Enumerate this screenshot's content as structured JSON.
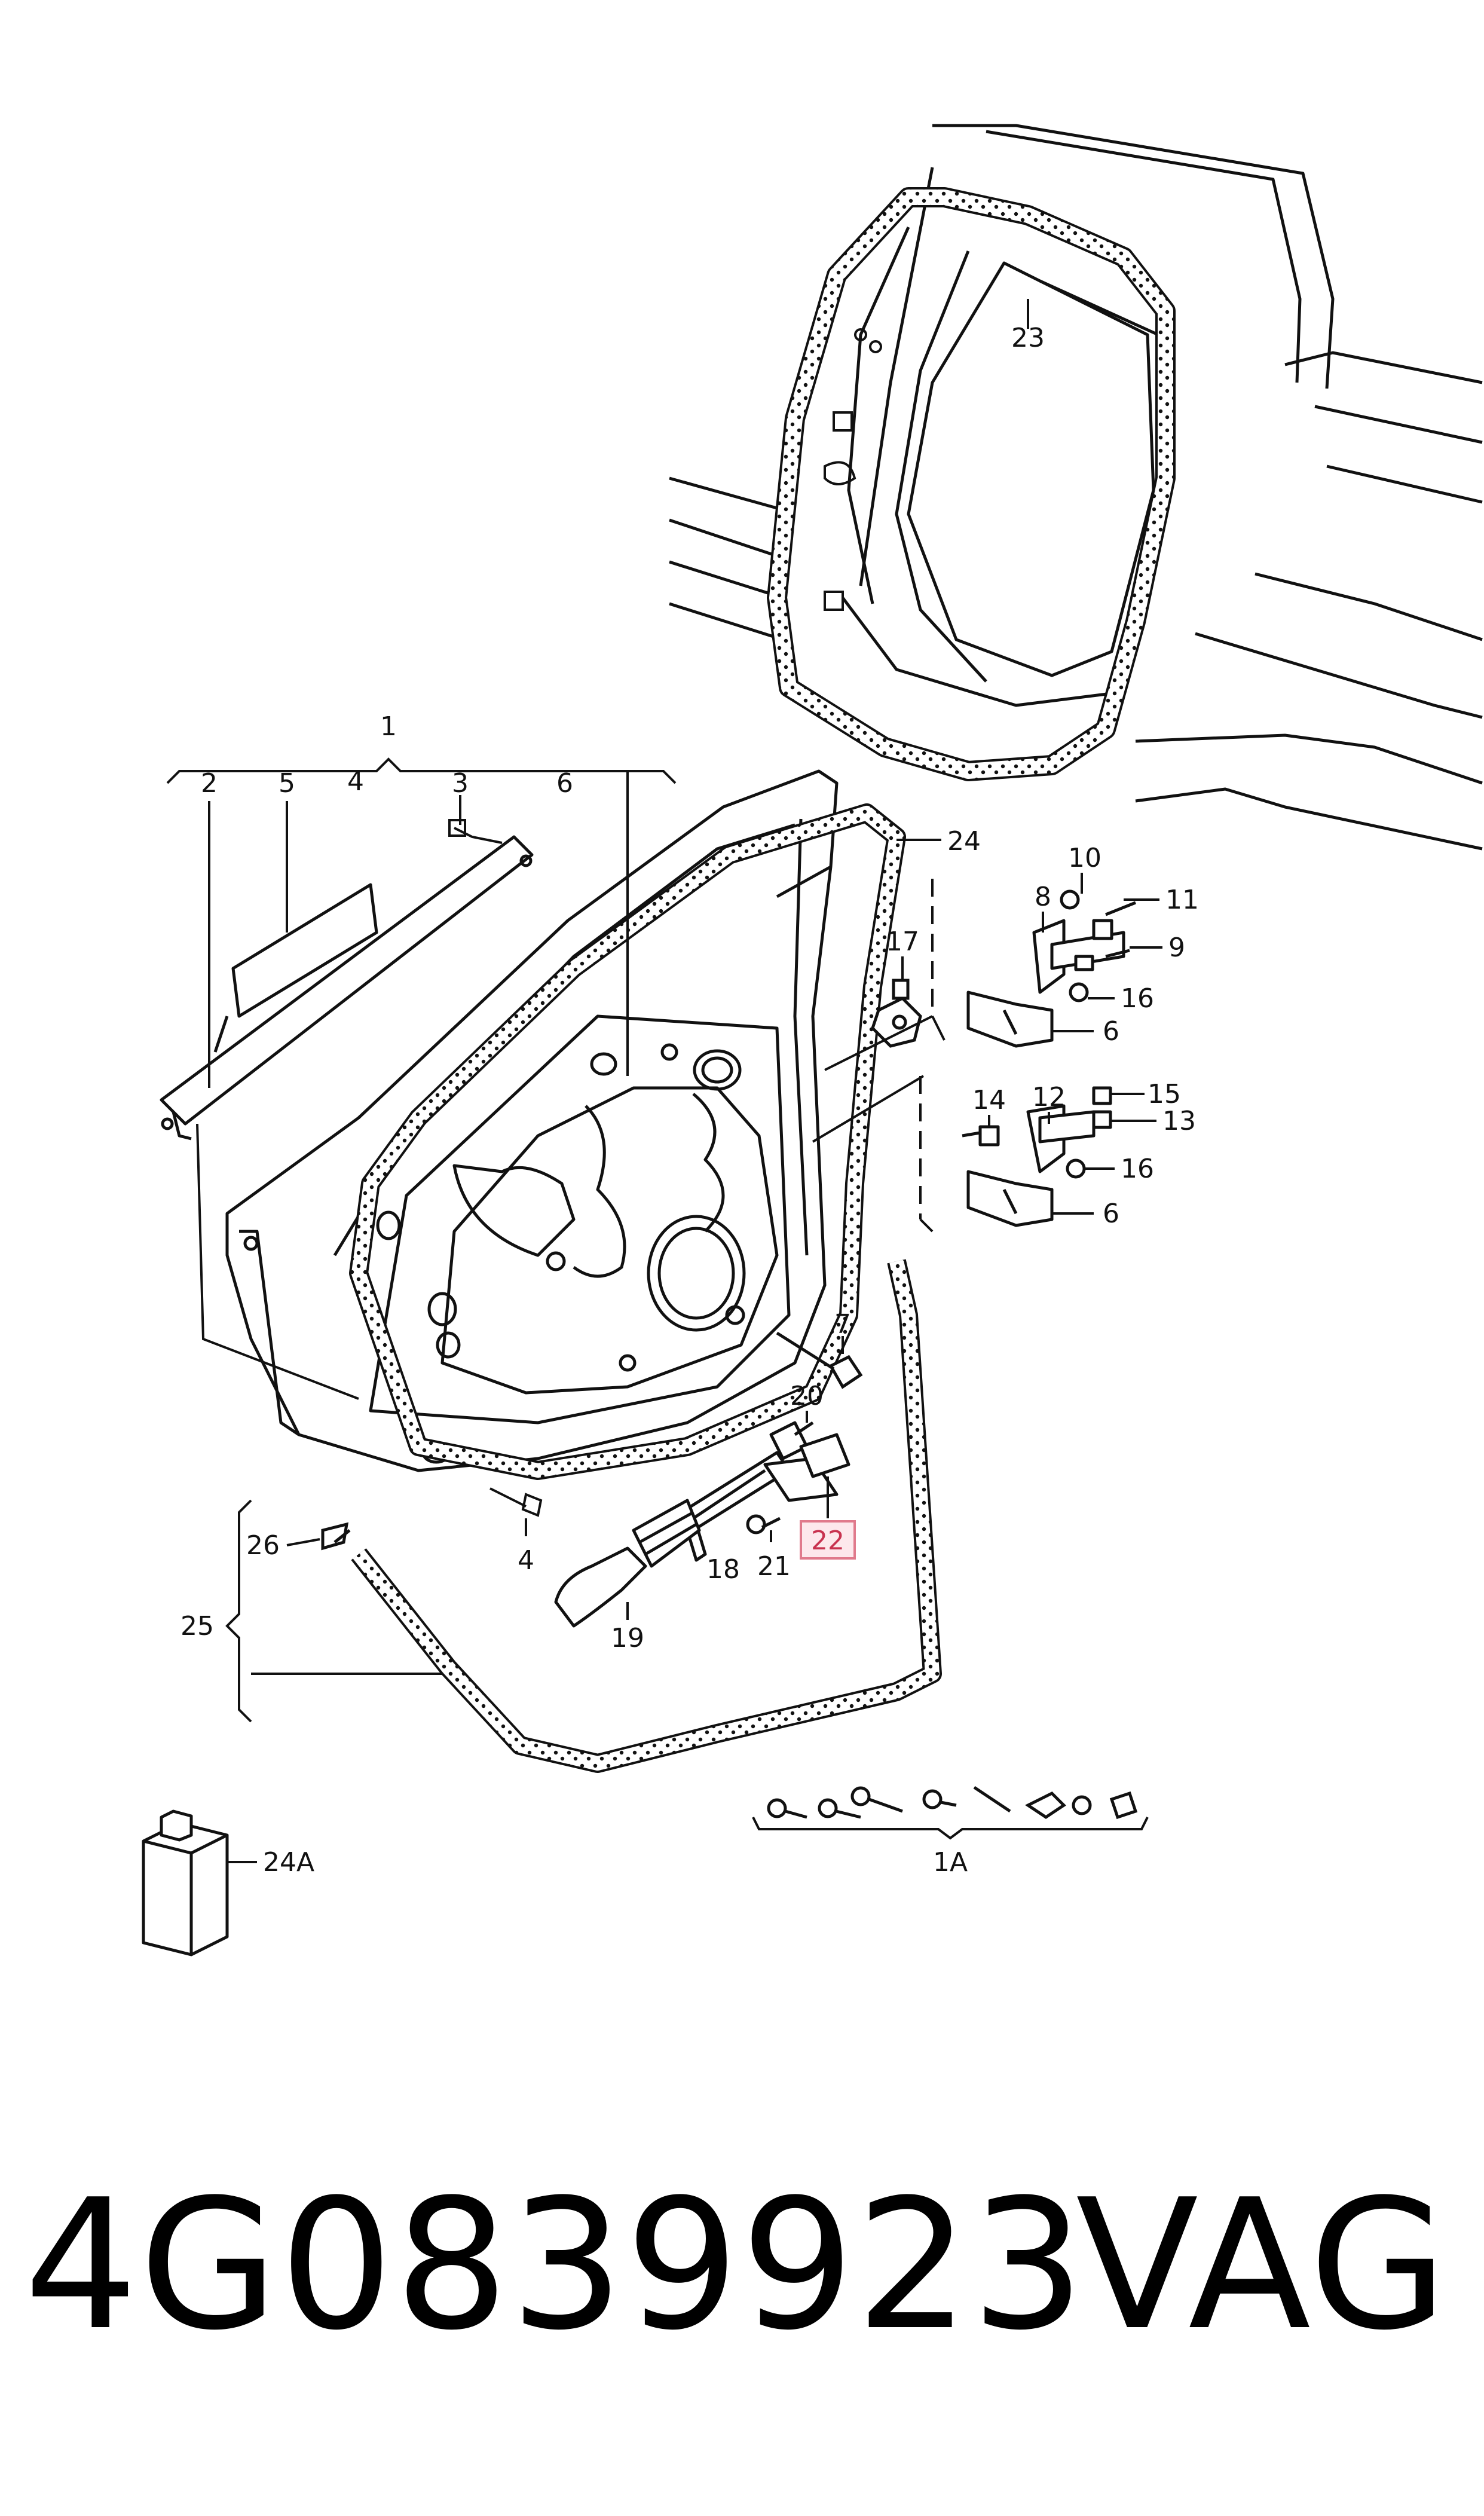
{
  "callouts": [
    {
      "id": "c1",
      "text": "1"
    },
    {
      "id": "c2",
      "text": "2"
    },
    {
      "id": "c3",
      "text": "3"
    },
    {
      "id": "c4a",
      "text": "4"
    },
    {
      "id": "c4b",
      "text": "4"
    },
    {
      "id": "c5",
      "text": "5"
    },
    {
      "id": "c6a",
      "text": "6"
    },
    {
      "id": "c6b",
      "text": "6"
    },
    {
      "id": "c6c",
      "text": "6"
    },
    {
      "id": "c7",
      "text": "7"
    },
    {
      "id": "c8",
      "text": "8"
    },
    {
      "id": "c9",
      "text": "9"
    },
    {
      "id": "c10",
      "text": "10"
    },
    {
      "id": "c11",
      "text": "11"
    },
    {
      "id": "c12",
      "text": "12"
    },
    {
      "id": "c13",
      "text": "13"
    },
    {
      "id": "c14",
      "text": "14"
    },
    {
      "id": "c15",
      "text": "15"
    },
    {
      "id": "c16a",
      "text": "16"
    },
    {
      "id": "c16b",
      "text": "16"
    },
    {
      "id": "c17",
      "text": "17"
    },
    {
      "id": "c18",
      "text": "18"
    },
    {
      "id": "c19",
      "text": "19"
    },
    {
      "id": "c20",
      "text": "20"
    },
    {
      "id": "c21",
      "text": "21"
    },
    {
      "id": "c22",
      "text": "22",
      "highlighted": true
    },
    {
      "id": "c23",
      "text": "23"
    },
    {
      "id": "c24",
      "text": "24"
    },
    {
      "id": "c24A",
      "text": "24A"
    },
    {
      "id": "c25",
      "text": "25"
    },
    {
      "id": "c26",
      "text": "26"
    },
    {
      "id": "c1A",
      "text": "1A"
    }
  ],
  "caption": {
    "part_number": "4G0839923",
    "brand": "VAG"
  },
  "colors": {
    "line": "#111111",
    "highlight_stroke": "#e07a8c",
    "highlight_fill": "#fde8ec",
    "highlight_text": "#c8324f"
  }
}
